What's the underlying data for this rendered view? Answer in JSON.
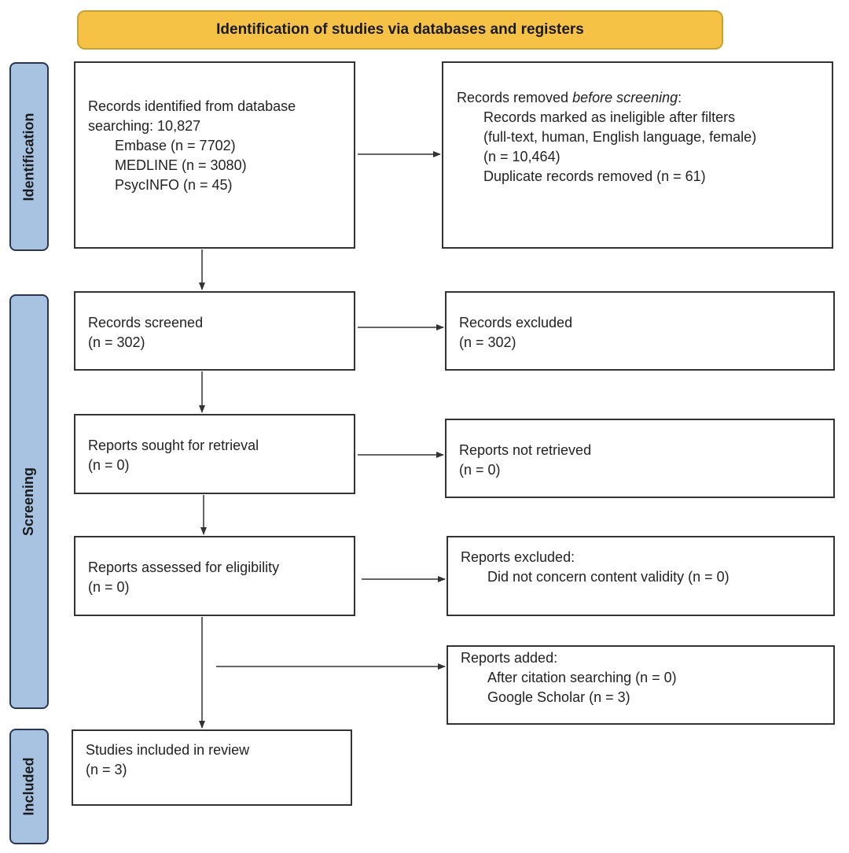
{
  "header": {
    "title": "Identification of studies via databases and registers"
  },
  "phases": {
    "identification": "Identification",
    "screening": "Screening",
    "included": "Included"
  },
  "boxes": {
    "records_identified": {
      "line1": "Records identified from database",
      "line2": "searching: 10,827",
      "sources": [
        "Embase (n = 7702)",
        "MEDLINE (n = 3080)",
        "PsycINFO (n = 45)"
      ]
    },
    "records_removed": {
      "title_prefix": "Records removed ",
      "title_emphasis": "before screening",
      "title_suffix": ":",
      "items": [
        "Records marked as ineligible after filters",
        "(full-text, human, English language, female)",
        "(n = 10,464)",
        "Duplicate records removed (n = 61)"
      ]
    },
    "records_screened": {
      "title": "Records screened",
      "count": "(n = 302)"
    },
    "records_excluded": {
      "title": "Records excluded",
      "count": "(n = 302)"
    },
    "reports_sought": {
      "title": "Reports sought for retrieval",
      "count": "(n = 0)"
    },
    "reports_not_retrieved": {
      "title": "Reports not retrieved",
      "count": "(n = 0)"
    },
    "reports_assessed": {
      "title": "Reports assessed for eligibility",
      "count": "(n = 0)"
    },
    "reports_excluded": {
      "title": "Reports excluded:",
      "items": [
        "Did not concern content validity (n = 0)"
      ]
    },
    "reports_added": {
      "title": "Reports added:",
      "items": [
        "After citation searching (n = 0)",
        "Google Scholar (n = 3)"
      ]
    },
    "studies_included": {
      "title": "Studies included in review",
      "count": "(n = 3)"
    }
  },
  "colors": {
    "banner_fill": "#f5c245",
    "phase_fill": "#a8c3e2",
    "box_border": "#333333"
  }
}
